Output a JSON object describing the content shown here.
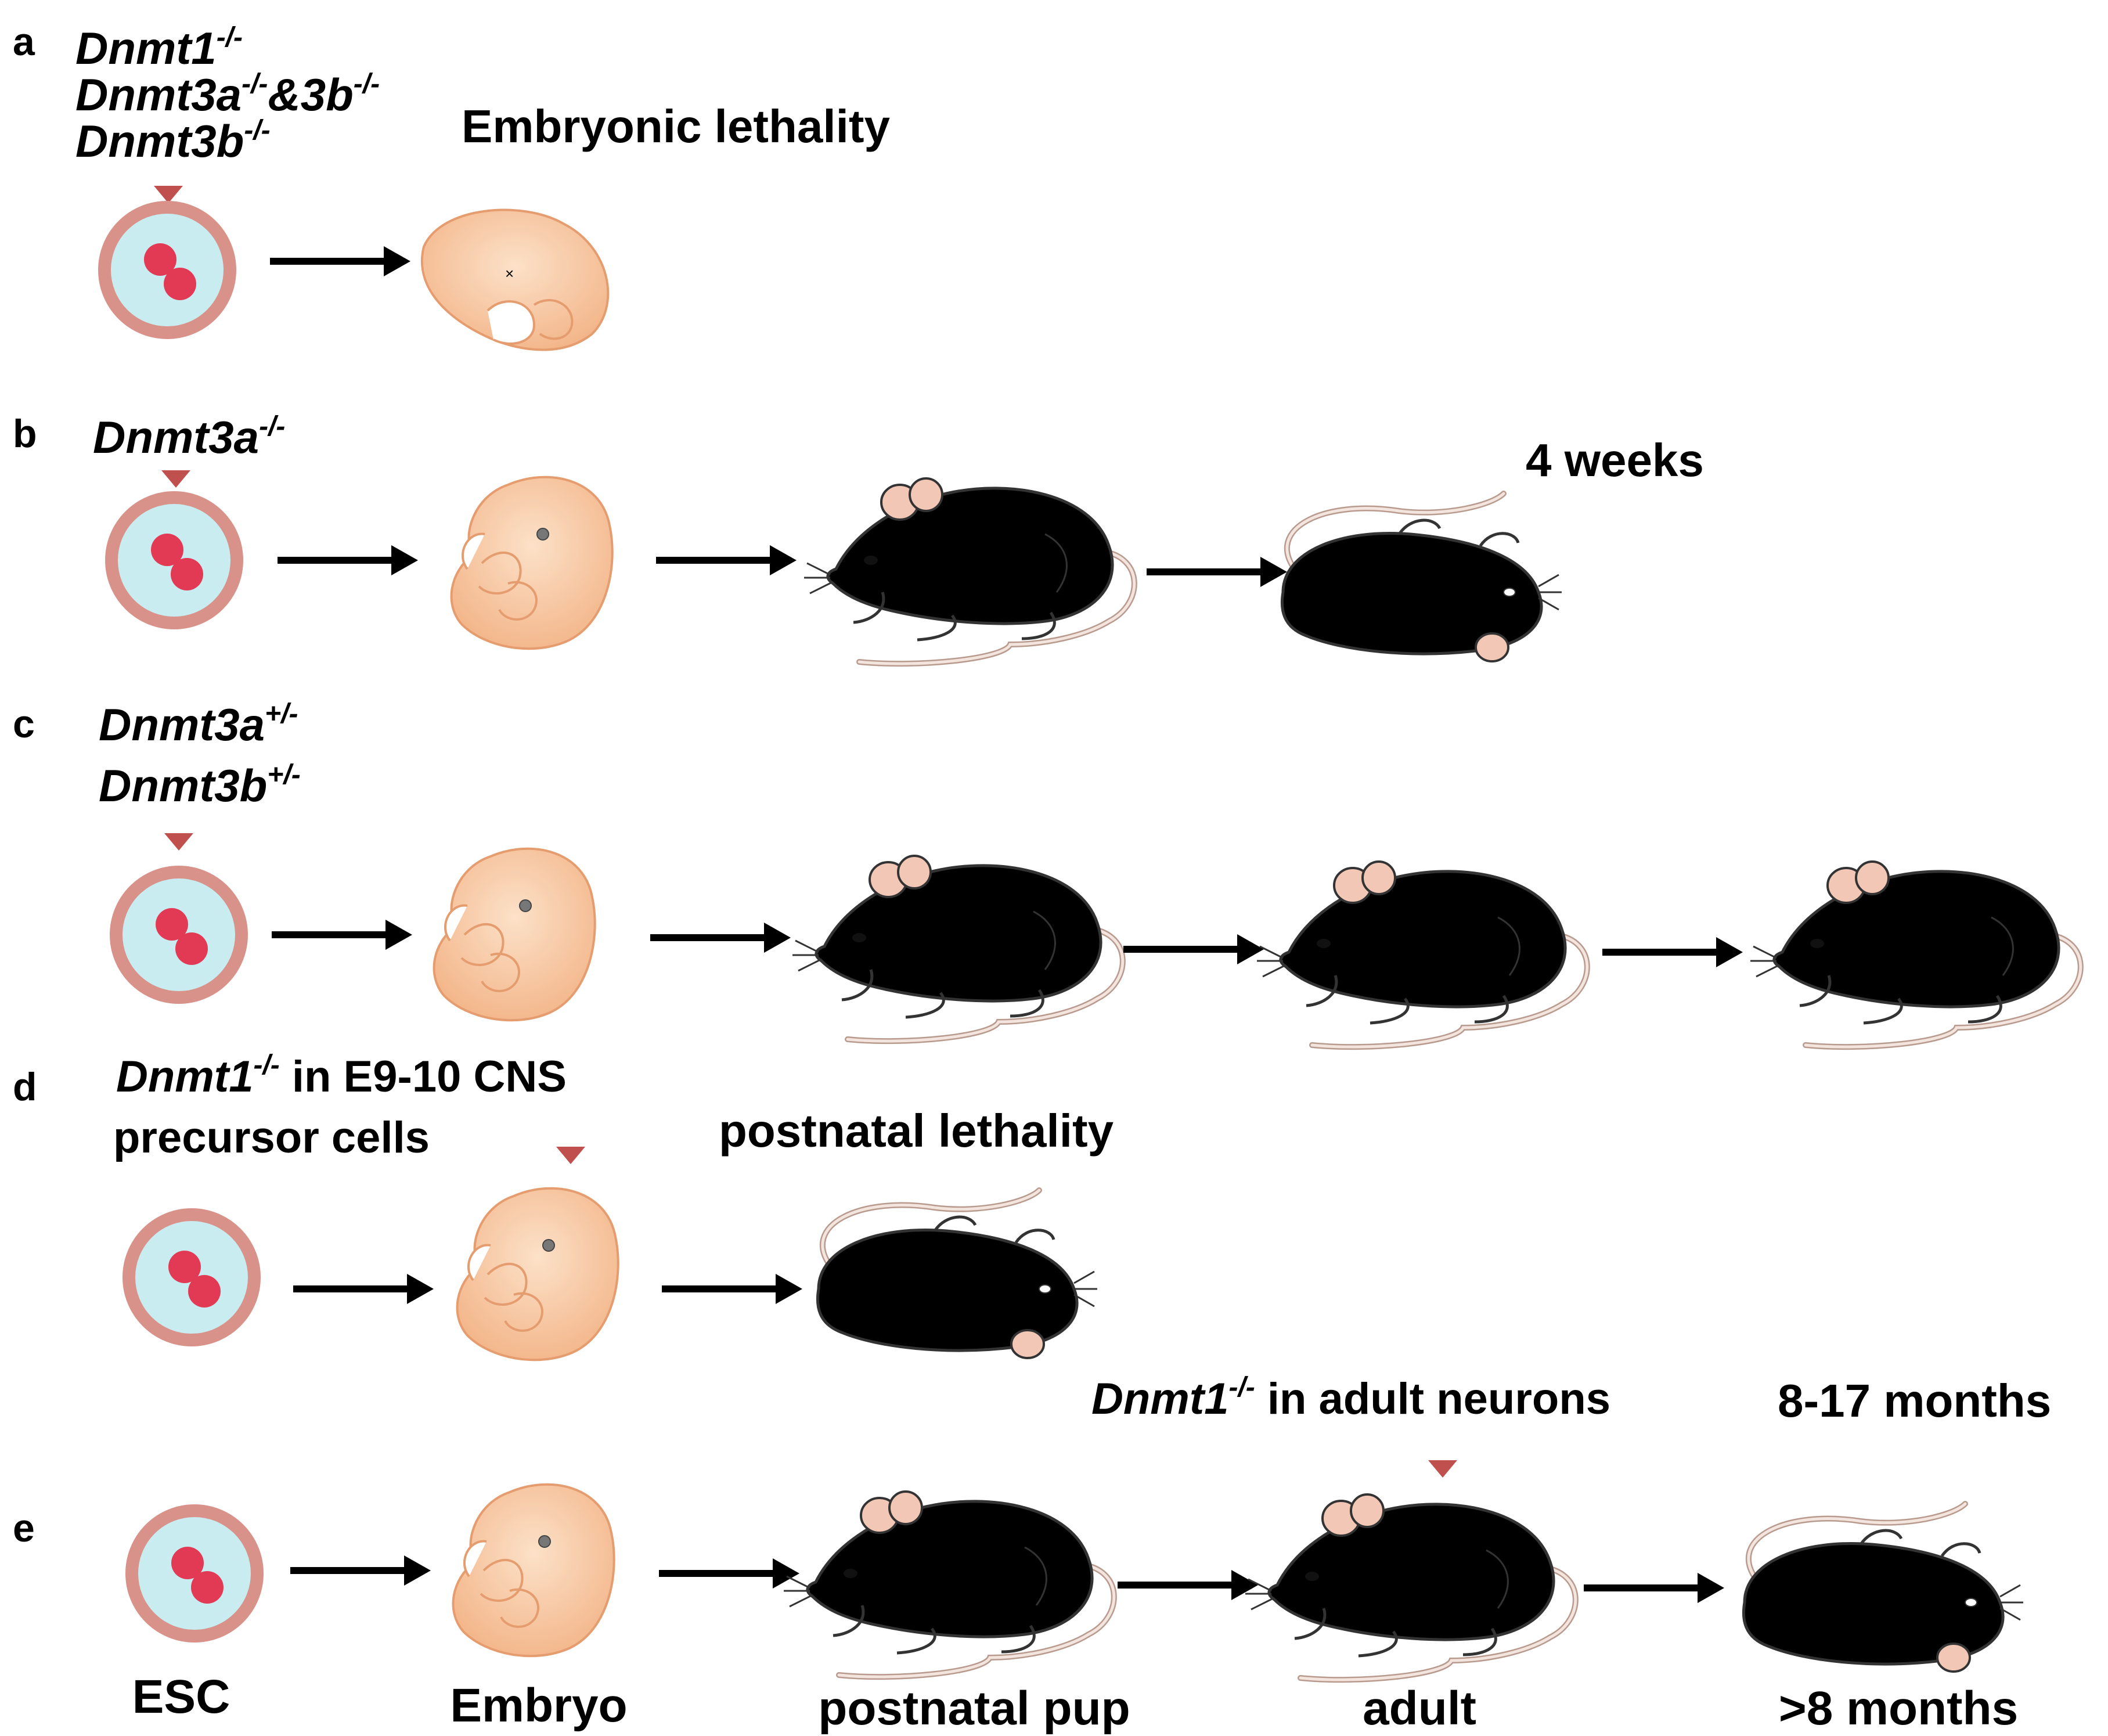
{
  "panels": {
    "a": {
      "letter": "a",
      "genes": [
        {
          "gene": "Dnmt1",
          "sup": "-/-"
        },
        {
          "gene": "Dnmt3a",
          "sup": "-/-",
          "gene2": "&3b",
          "sup2": "-/-"
        },
        {
          "gene": "Dnmt3b",
          "sup": "-/-"
        }
      ],
      "outcome": "Embryonic lethality"
    },
    "b": {
      "letter": "b",
      "genes": [
        {
          "gene": "Dnmt3a",
          "sup": "-/-"
        }
      ],
      "timing": "4 weeks"
    },
    "c": {
      "letter": "c",
      "genes": [
        {
          "gene": "Dnmt3a",
          "sup": "+/-"
        },
        {
          "gene": "Dnmt3b",
          "sup": "+/-"
        }
      ]
    },
    "d": {
      "letter": "d",
      "gene": "Dnmt1",
      "sup": "-/-",
      "context_line1": " in E9-10 CNS",
      "context_line2": "precursor cells",
      "outcome": "postnatal lethality"
    },
    "e": {
      "letter": "e",
      "gene": "Dnmt1",
      "sup": "-/-",
      "context": " in adult neurons",
      "timing": "8-17 months"
    }
  },
  "stages": [
    "ESC",
    "Embryo",
    "postnatal pup",
    "adult",
    ">8 months"
  ],
  "colors": {
    "marker": "#c0504d",
    "cell_ring": "#d9928a",
    "cell_inner": "#c8ecef",
    "nucleus": "#e23a55",
    "embryo": "#f7c49f",
    "pup": "#e2a2b8",
    "adult_gray": "#9a9a9a",
    "old_brown": "#6b4a42"
  }
}
